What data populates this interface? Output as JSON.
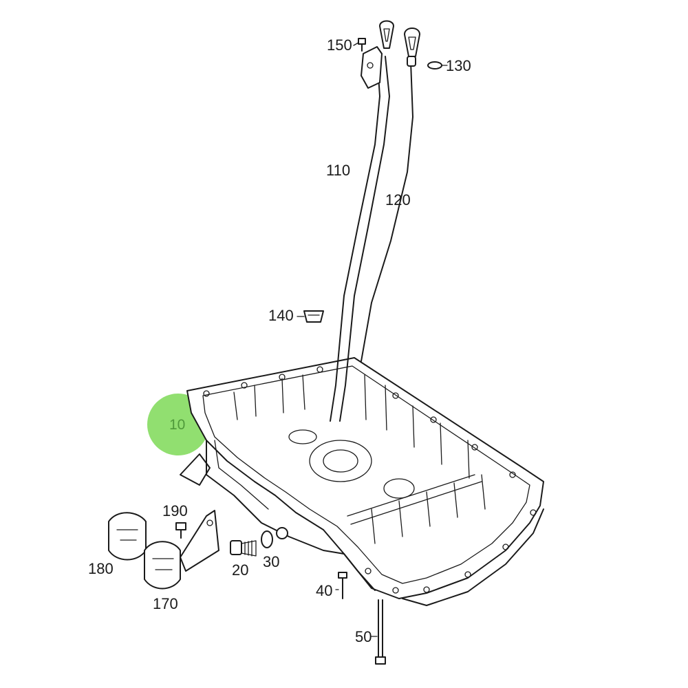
{
  "diagram": {
    "highlight": {
      "label": "10",
      "color": "#7ed957"
    },
    "callouts": {
      "p150": "150",
      "p130": "130",
      "p110": "110",
      "p120": "120",
      "p140": "140",
      "p190": "190",
      "p180": "180",
      "p170": "170",
      "p20": "20",
      "p30": "30",
      "p40": "40",
      "p50": "50"
    }
  }
}
